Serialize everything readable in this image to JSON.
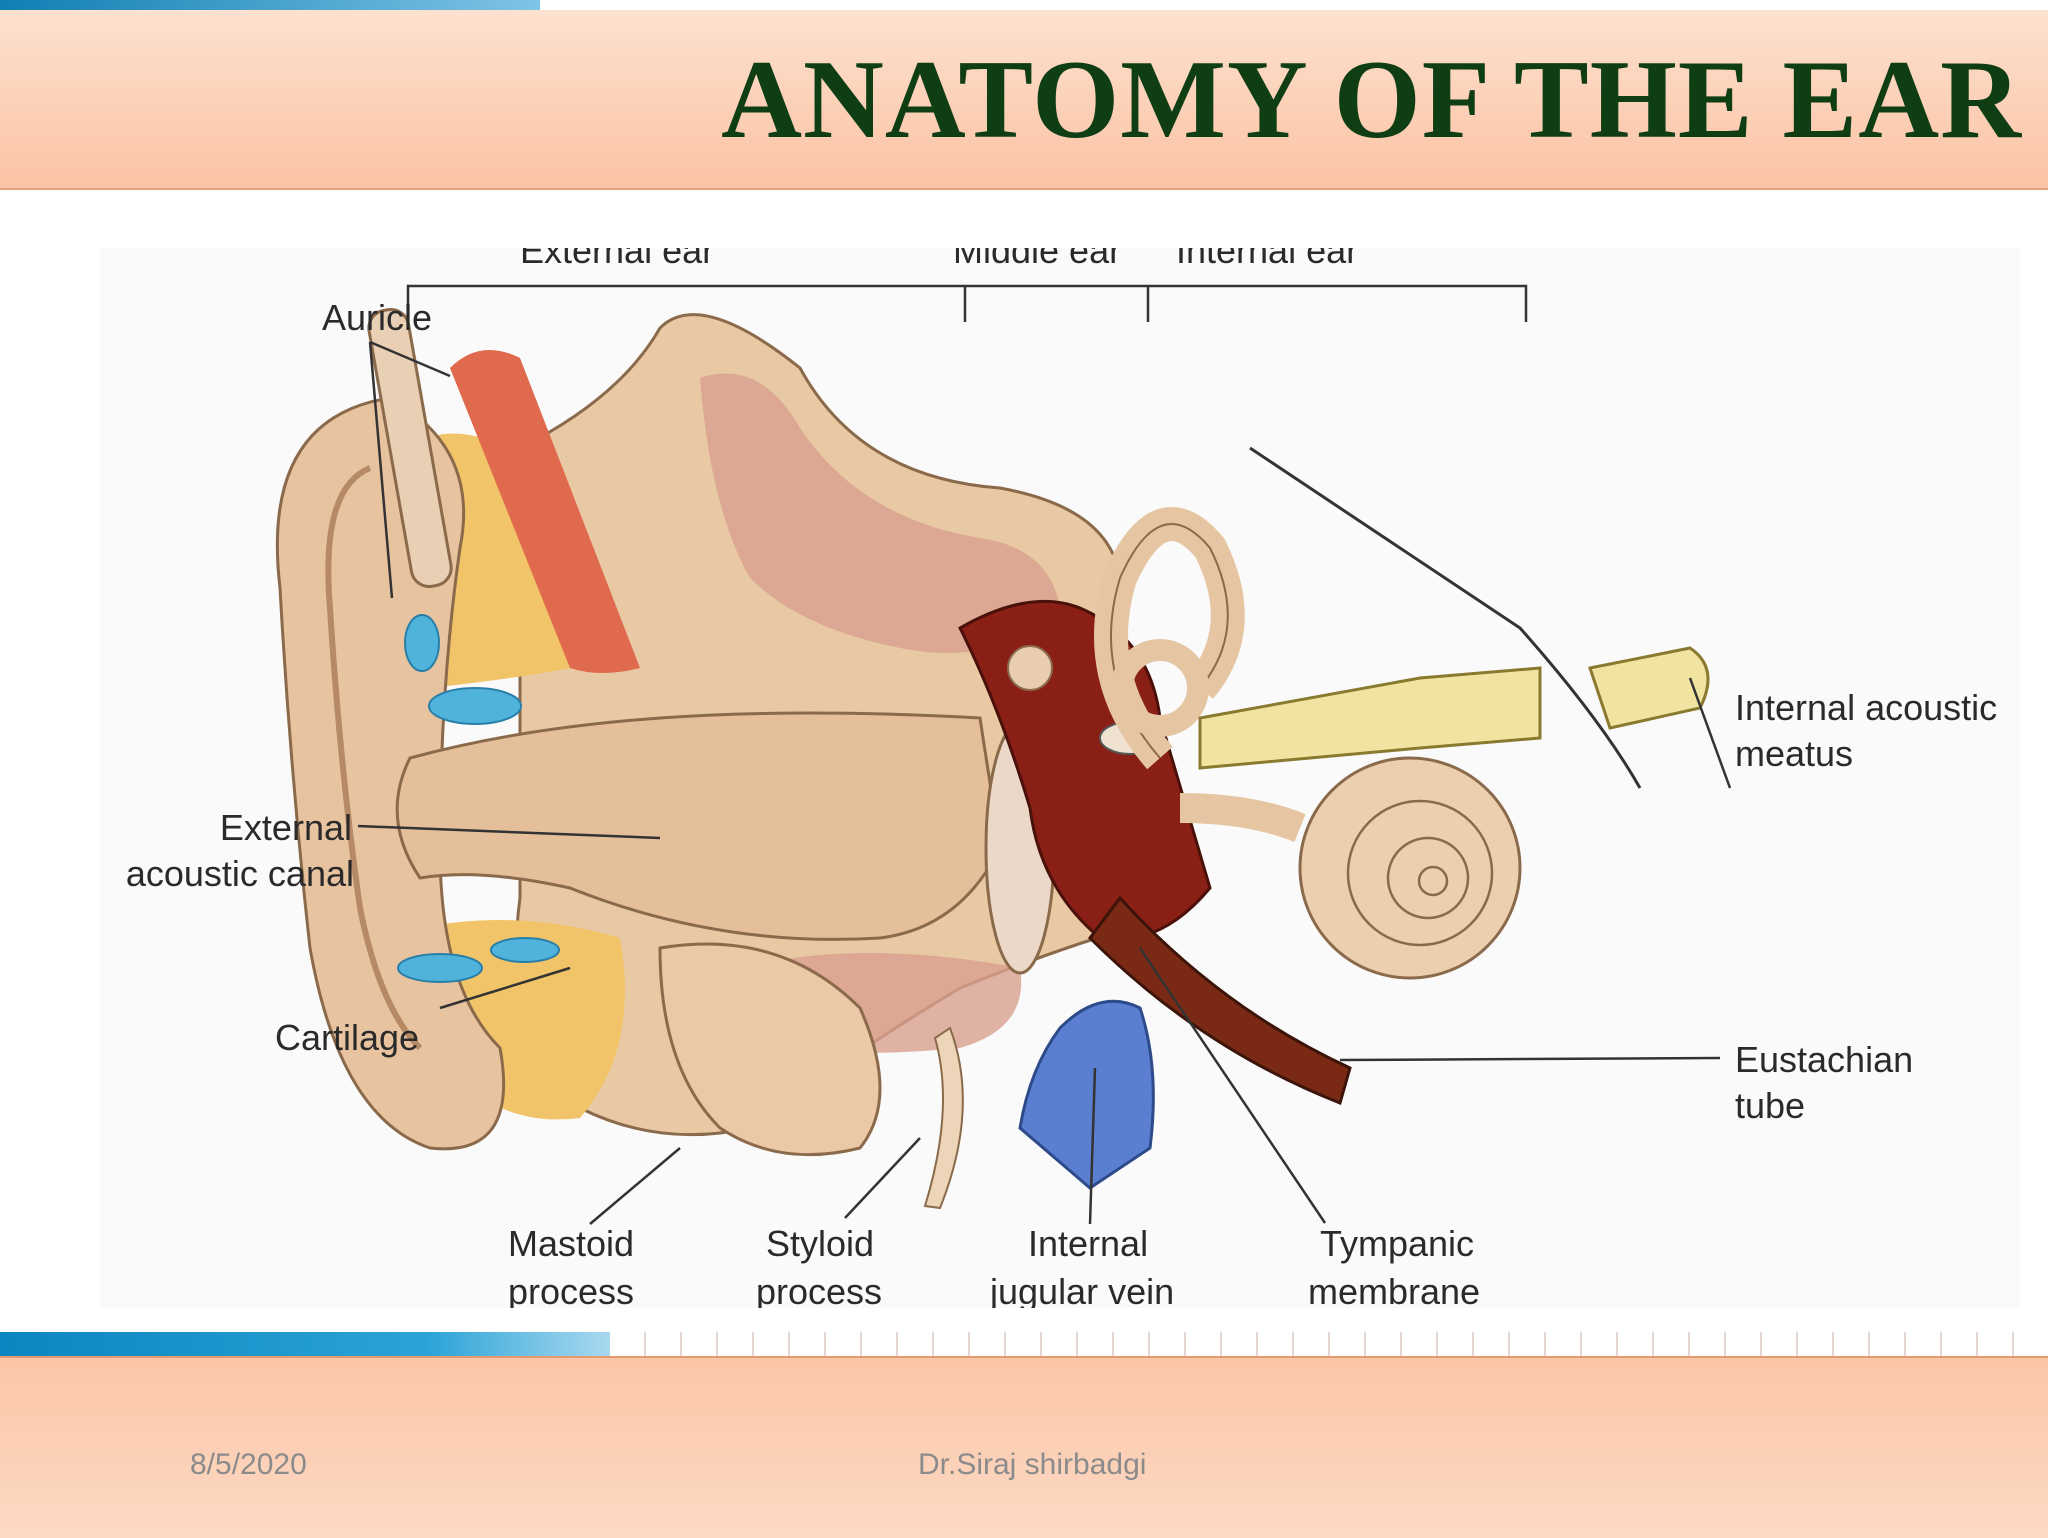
{
  "title": "ANATOMY OF THE EAR",
  "footer": {
    "date": "8/5/2020",
    "author": "Dr.Siraj shirbadgi"
  },
  "sections": {
    "external": "External ear",
    "middle": "Middle ear",
    "internal": "Internal ear"
  },
  "labels": {
    "auricle": "Auricle",
    "external_canal_1": "External",
    "external_canal_2": "acoustic canal",
    "cartilage": "Cartilage",
    "mastoid_1": "Mastoid",
    "mastoid_2": "process",
    "styloid_1": "Styloid",
    "styloid_2": "process",
    "jugular_1": "Internal",
    "jugular_2": "jugular vein",
    "tympanic_1": "Tympanic",
    "tympanic_2": "membrane",
    "eustachian_1": "Eustachian",
    "eustachian_2": "tube",
    "meatus_1": "Internal acoustic",
    "meatus_2": "meatus"
  }
}
